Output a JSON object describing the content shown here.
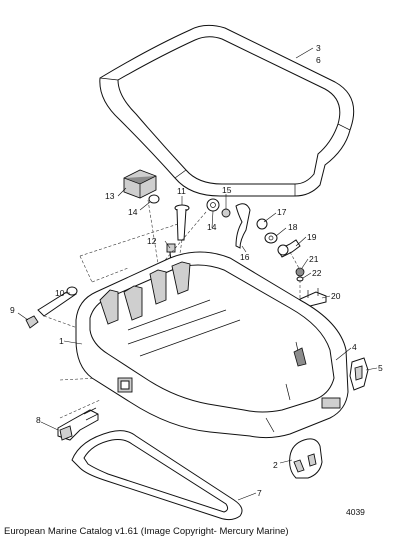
{
  "diagram": {
    "callouts": {
      "c1": "1",
      "c2": "2",
      "c3": "3",
      "c4": "4",
      "c5": "5",
      "c6": "6",
      "c7": "7",
      "c8": "8",
      "c9": "9",
      "c10": "10",
      "c11": "11",
      "c12": "12",
      "c13": "13",
      "c14a": "14",
      "c14b": "14",
      "c15": "15",
      "c16": "16",
      "c17": "17",
      "c18": "18",
      "c19": "19",
      "c20": "20",
      "c21": "21",
      "c22": "22"
    },
    "figure_number": "4039"
  },
  "caption": "European Marine Catalog v1.61 (Image Copyright- Mercury Marine)"
}
